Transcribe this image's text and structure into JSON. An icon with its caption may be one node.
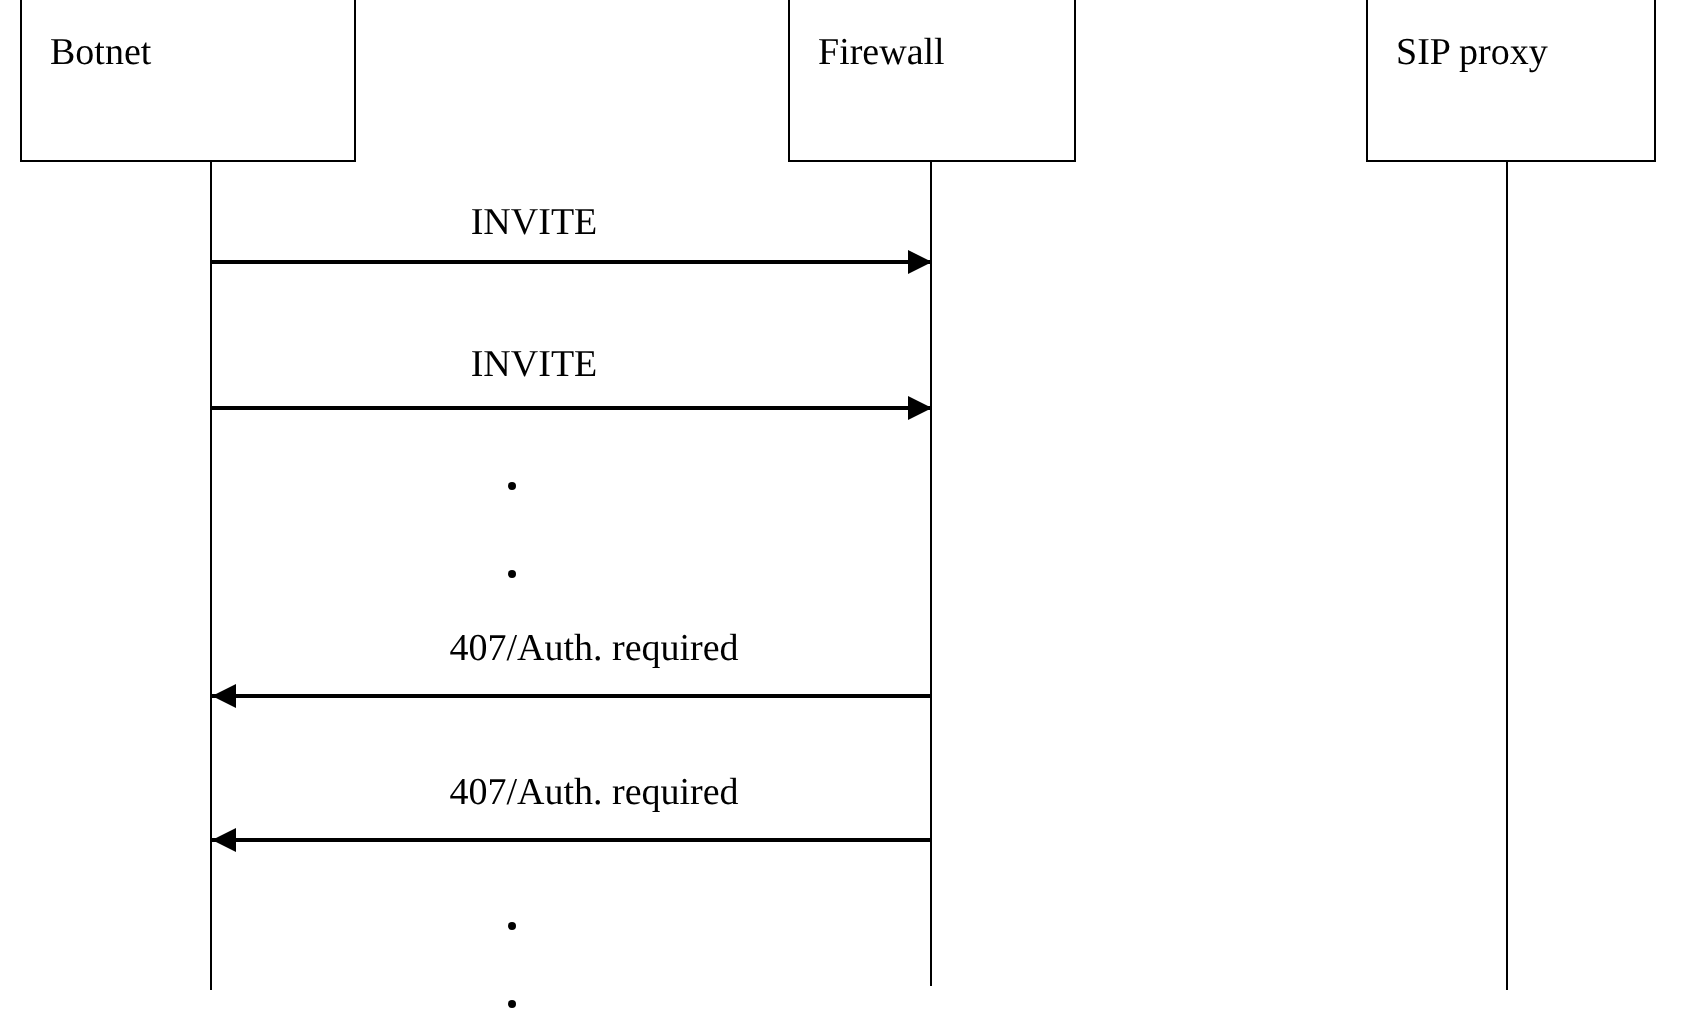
{
  "diagram": {
    "nodes": [
      {
        "text": [
          "Botnet"
        ]
      },
      {
        "text": [
          "Firewall"
        ]
      },
      {
        "text": [
          "SIP proxy"
        ]
      },
      {
        "text": [],
        "shape": "line"
      },
      {
        "text": [],
        "shape": "line"
      },
      {
        "text": [],
        "shape": "line"
      }
    ],
    "edges": [
      {
        "from": 3,
        "to": 4,
        "arrow": "to",
        "label": "INVITE"
      },
      {
        "from": 3,
        "to": 4,
        "arrow": "to",
        "label": "INVITE"
      },
      {
        "from": 4,
        "to": 3,
        "arrow": "to",
        "label": "407/Auth. required"
      },
      {
        "from": 4,
        "to": 3,
        "arrow": "to",
        "label": "407/Auth. required"
      }
    ]
  }
}
